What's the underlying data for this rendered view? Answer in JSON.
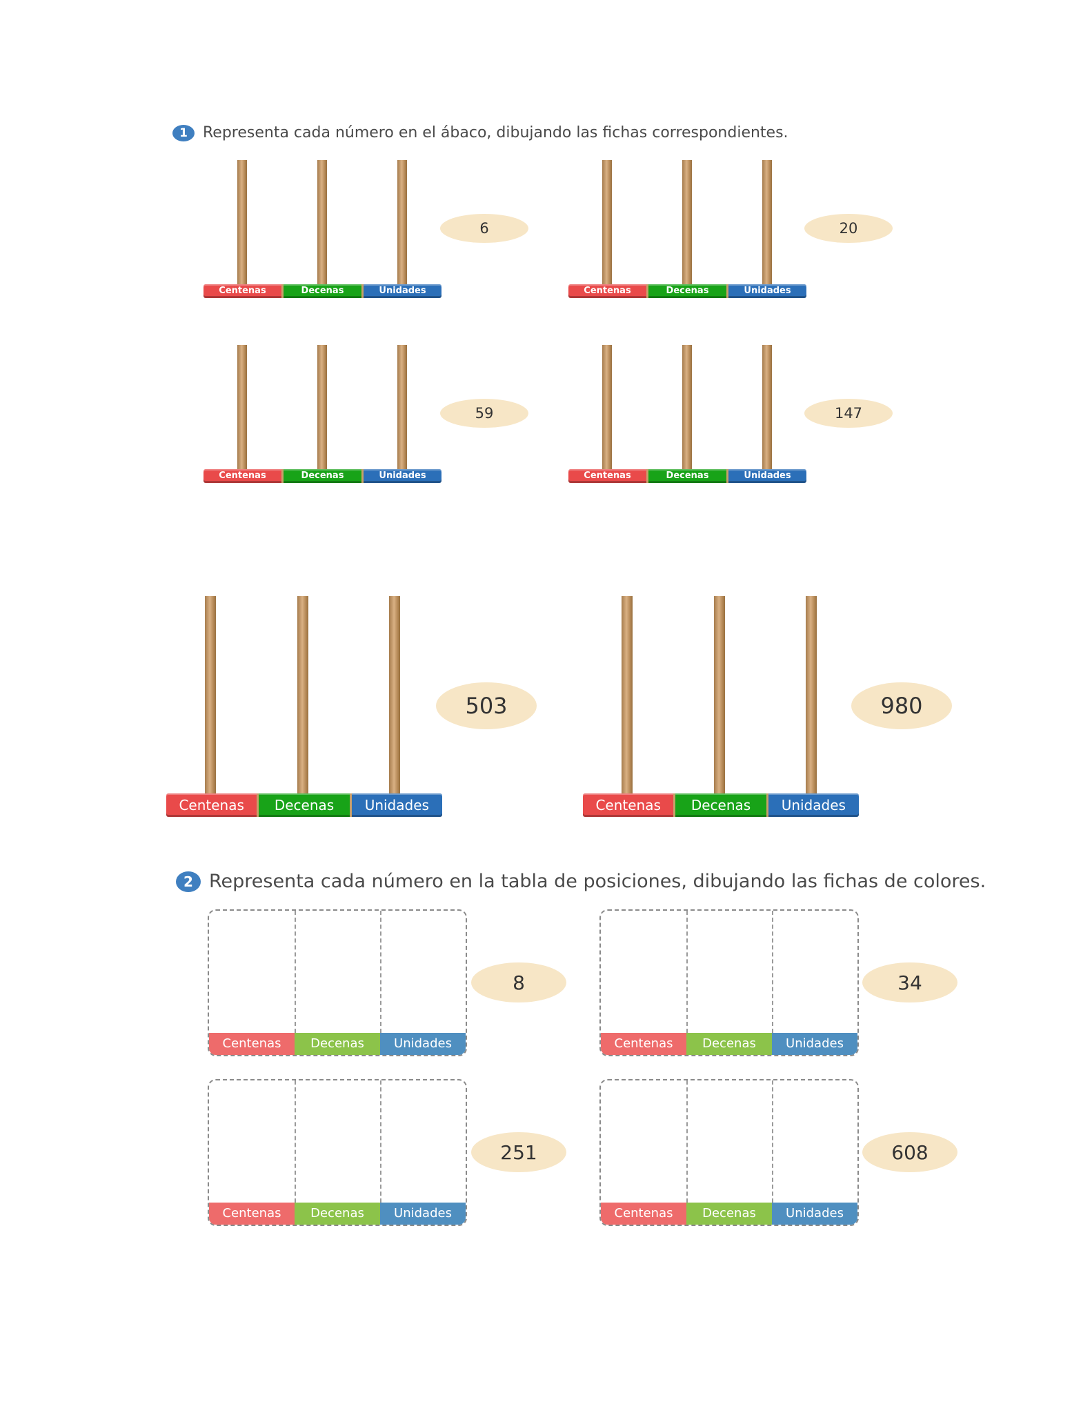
{
  "exercise1": {
    "number": "1",
    "instruction": "Representa cada número en el ábaco, dibujando las fichas correspondientes.",
    "labels": {
      "hundreds": "Centenas",
      "tens": "Decenas",
      "units": "Unidades"
    },
    "numbers": [
      "6",
      "20",
      "59",
      "147",
      "503",
      "980"
    ]
  },
  "exercise2": {
    "number": "2",
    "instruction": "Representa cada número en la tabla de posiciones, dibujando las fichas de colores.",
    "labels": {
      "hundreds": "Centenas",
      "tens": "Decenas",
      "units": "Unidades"
    },
    "numbers": [
      "8",
      "34",
      "251",
      "608"
    ]
  },
  "colors": {
    "hundreds": "#e94a4a",
    "tens": "#18a318",
    "units": "#2b6fb8",
    "oval": "#f7e6c6",
    "badge": "#3f7fc0"
  }
}
